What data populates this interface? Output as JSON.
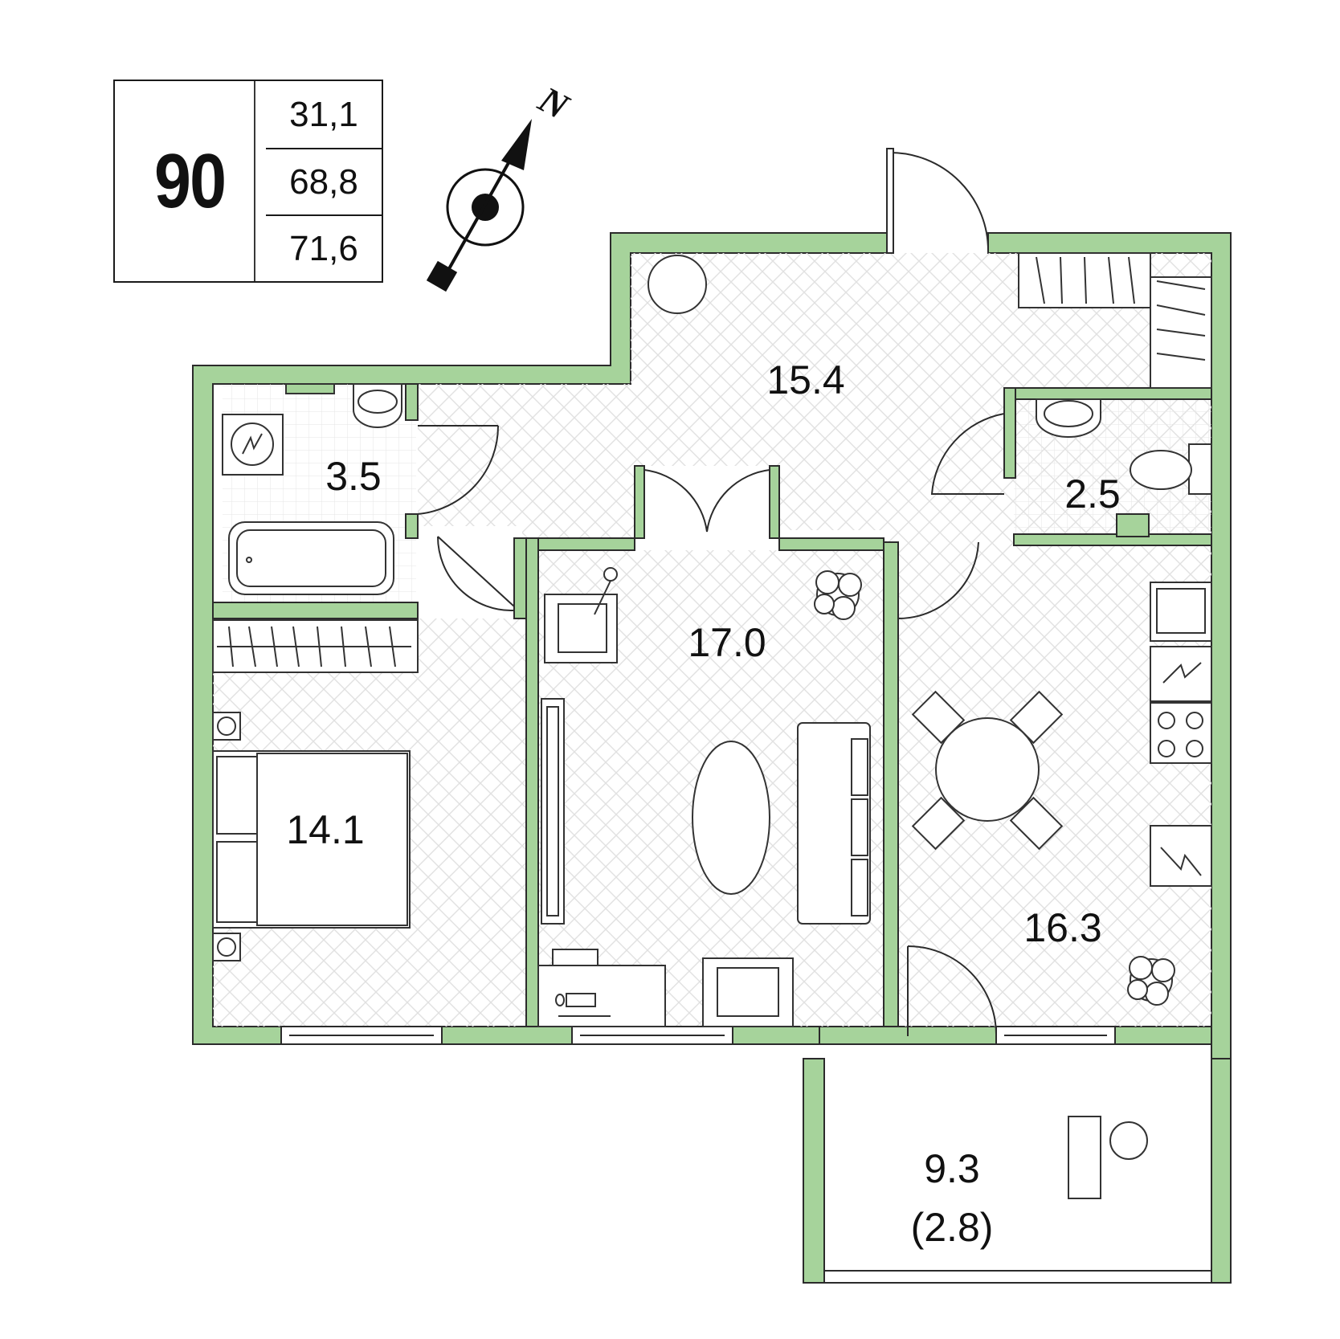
{
  "apartment": {
    "number": "90",
    "areas": {
      "living": "31,1",
      "total": "68,8",
      "total_with_balcony": "71,6"
    }
  },
  "compass": {
    "north_label": "N"
  },
  "rooms": {
    "hallway": "15.4",
    "bathroom": "3.5",
    "toilet": "2.5",
    "bedroom": "14.1",
    "living_room": "17.0",
    "kitchen": "16.3",
    "balcony": "9.3",
    "balcony_reduced": "(2.8)"
  },
  "colors": {
    "wall": "#a6d39b",
    "wall_edge": "#2b2b2b",
    "floor_pattern": "#dcdcdc",
    "line": "#333333"
  }
}
